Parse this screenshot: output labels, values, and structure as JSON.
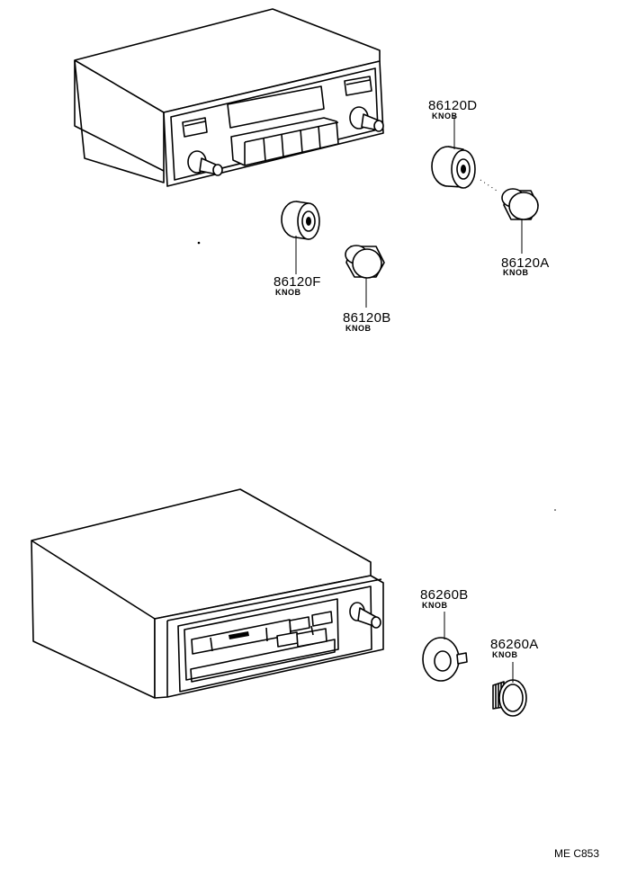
{
  "diagram_code": "ME C853",
  "callouts": [
    {
      "part_number": "86120D",
      "description": "KNOB"
    },
    {
      "part_number": "86120A",
      "description": "KNOB"
    },
    {
      "part_number": "86120F",
      "description": "KNOB"
    },
    {
      "part_number": "86120B",
      "description": "KNOB"
    },
    {
      "part_number": "86260B",
      "description": "KNOB"
    },
    {
      "part_number": "86260A",
      "description": "KNOB"
    }
  ]
}
